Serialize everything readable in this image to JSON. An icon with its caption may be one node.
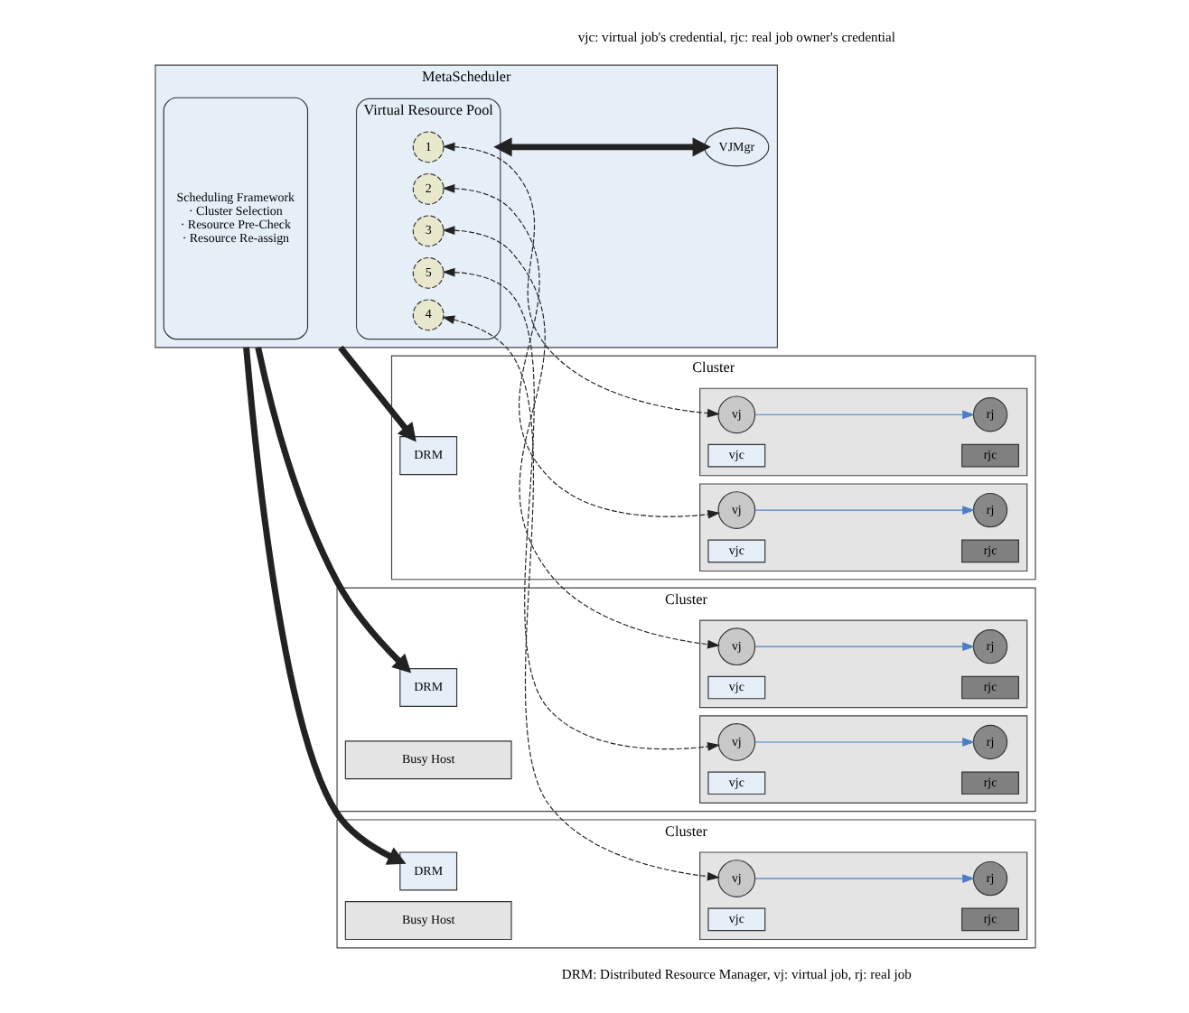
{
  "diagram": {
    "nodes": [
      {
        "text": [
          "MetaScheduler"
        ]
      },
      {
        "text": [
          "Scheduling Framework",
          "· Cluster Selection",
          "· Resource Pre-Check",
          "· Resource Re-assign"
        ],
        "in": 0
      },
      {
        "text": [
          "Virtual Resource Pool"
        ],
        "in": 0
      },
      {
        "text": [
          "1"
        ],
        "in": 2
      },
      {
        "text": [
          "2"
        ],
        "in": 2
      },
      {
        "text": [
          "3"
        ],
        "in": 2
      },
      {
        "text": [
          "4"
        ],
        "in": 2
      },
      {
        "text": [
          "5"
        ],
        "in": 2
      },
      {
        "text": [
          "VJMgr"
        ],
        "in": 0
      },
      {
        "text": [
          "Cluster"
        ]
      },
      {
        "text": [
          "DRM"
        ],
        "in": 9
      },
      {
        "text": [],
        "shape": "box",
        "in": 9
      },
      {
        "text": [
          "vjc"
        ],
        "in": 11
      },
      {
        "text": [
          "vj"
        ],
        "in": 11
      },
      {
        "text": [
          "rjc"
        ],
        "in": 11
      },
      {
        "text": [
          "rj"
        ],
        "in": 11
      },
      {
        "text": [],
        "shape": "box",
        "in": 9
      },
      {
        "text": [
          "vjc"
        ],
        "in": 16
      },
      {
        "text": [
          "vj"
        ],
        "in": 16
      },
      {
        "text": [
          "rjc"
        ],
        "in": 16
      },
      {
        "text": [
          "rj"
        ],
        "in": 16
      },
      {
        "text": [
          "Cluster"
        ]
      },
      {
        "text": [
          "DRM"
        ],
        "in": 21
      },
      {
        "text": [],
        "shape": "box",
        "in": 21
      },
      {
        "text": [
          "vjc"
        ],
        "in": 23
      },
      {
        "text": [
          "vj"
        ],
        "in": 23
      },
      {
        "text": [
          "rjc"
        ],
        "in": 23
      },
      {
        "text": [
          "rj"
        ],
        "in": 23
      },
      {
        "text": [
          "Busy Host"
        ],
        "in": 21
      },
      {
        "text": [],
        "shape": "box",
        "in": 21
      },
      {
        "text": [
          "vjc"
        ],
        "in": 29
      },
      {
        "text": [
          "vj"
        ],
        "in": 29
      },
      {
        "text": [
          "rjc"
        ],
        "in": 29
      },
      {
        "text": [
          "rj"
        ],
        "in": 29
      },
      {
        "text": [
          "Cluster"
        ]
      },
      {
        "text": [
          "DRM"
        ],
        "in": 34
      },
      {
        "text": [],
        "shape": "box",
        "in": 34
      },
      {
        "text": [
          "vjc"
        ],
        "in": 36
      },
      {
        "text": [
          "vj"
        ],
        "in": 36
      },
      {
        "text": [
          "rjc"
        ],
        "in": 36
      },
      {
        "text": [
          "rj"
        ],
        "in": 36
      },
      {
        "text": [
          "Busy Host"
        ],
        "in": 34
      }
    ],
    "edges": [
      {
        "from": 0,
        "to": 10,
        "arrow": "to",
        "style": "thick"
      },
      {
        "from": 0,
        "to": 22,
        "arrow": "to",
        "style": "thick"
      },
      {
        "from": 0,
        "to": 35,
        "arrow": "to",
        "style": "thick"
      },
      {
        "from": 2,
        "to": 8,
        "arrow": "both",
        "style": "thick"
      },
      {
        "from": 3,
        "to": 13,
        "arrow": "both",
        "style": "dashed"
      },
      {
        "from": 4,
        "to": 18,
        "arrow": "both",
        "style": "dashed"
      },
      {
        "from": 5,
        "to": 25,
        "arrow": "both",
        "style": "dashed"
      },
      {
        "from": 6,
        "to": 38,
        "arrow": "both",
        "style": "dashed"
      },
      {
        "from": 7,
        "to": 31,
        "arrow": "both",
        "style": "dashed"
      },
      {
        "from": 13,
        "to": 15,
        "arrow": "to",
        "color": "#4a7fc1"
      },
      {
        "from": 18,
        "to": 20,
        "arrow": "to",
        "color": "#4a7fc1"
      },
      {
        "from": 25,
        "to": 27,
        "arrow": "to",
        "color": "#4a7fc1"
      },
      {
        "from": 31,
        "to": 33,
        "arrow": "to",
        "color": "#4a7fc1"
      },
      {
        "from": 38,
        "to": 40,
        "arrow": "to",
        "color": "#4a7fc1"
      }
    ],
    "labels": [
      "DRM: Distributed Resource Manager, vj: virtual job, rj: real job",
      "vjc: virtual job's credential, rjc: real job owner's credential"
    ]
  }
}
